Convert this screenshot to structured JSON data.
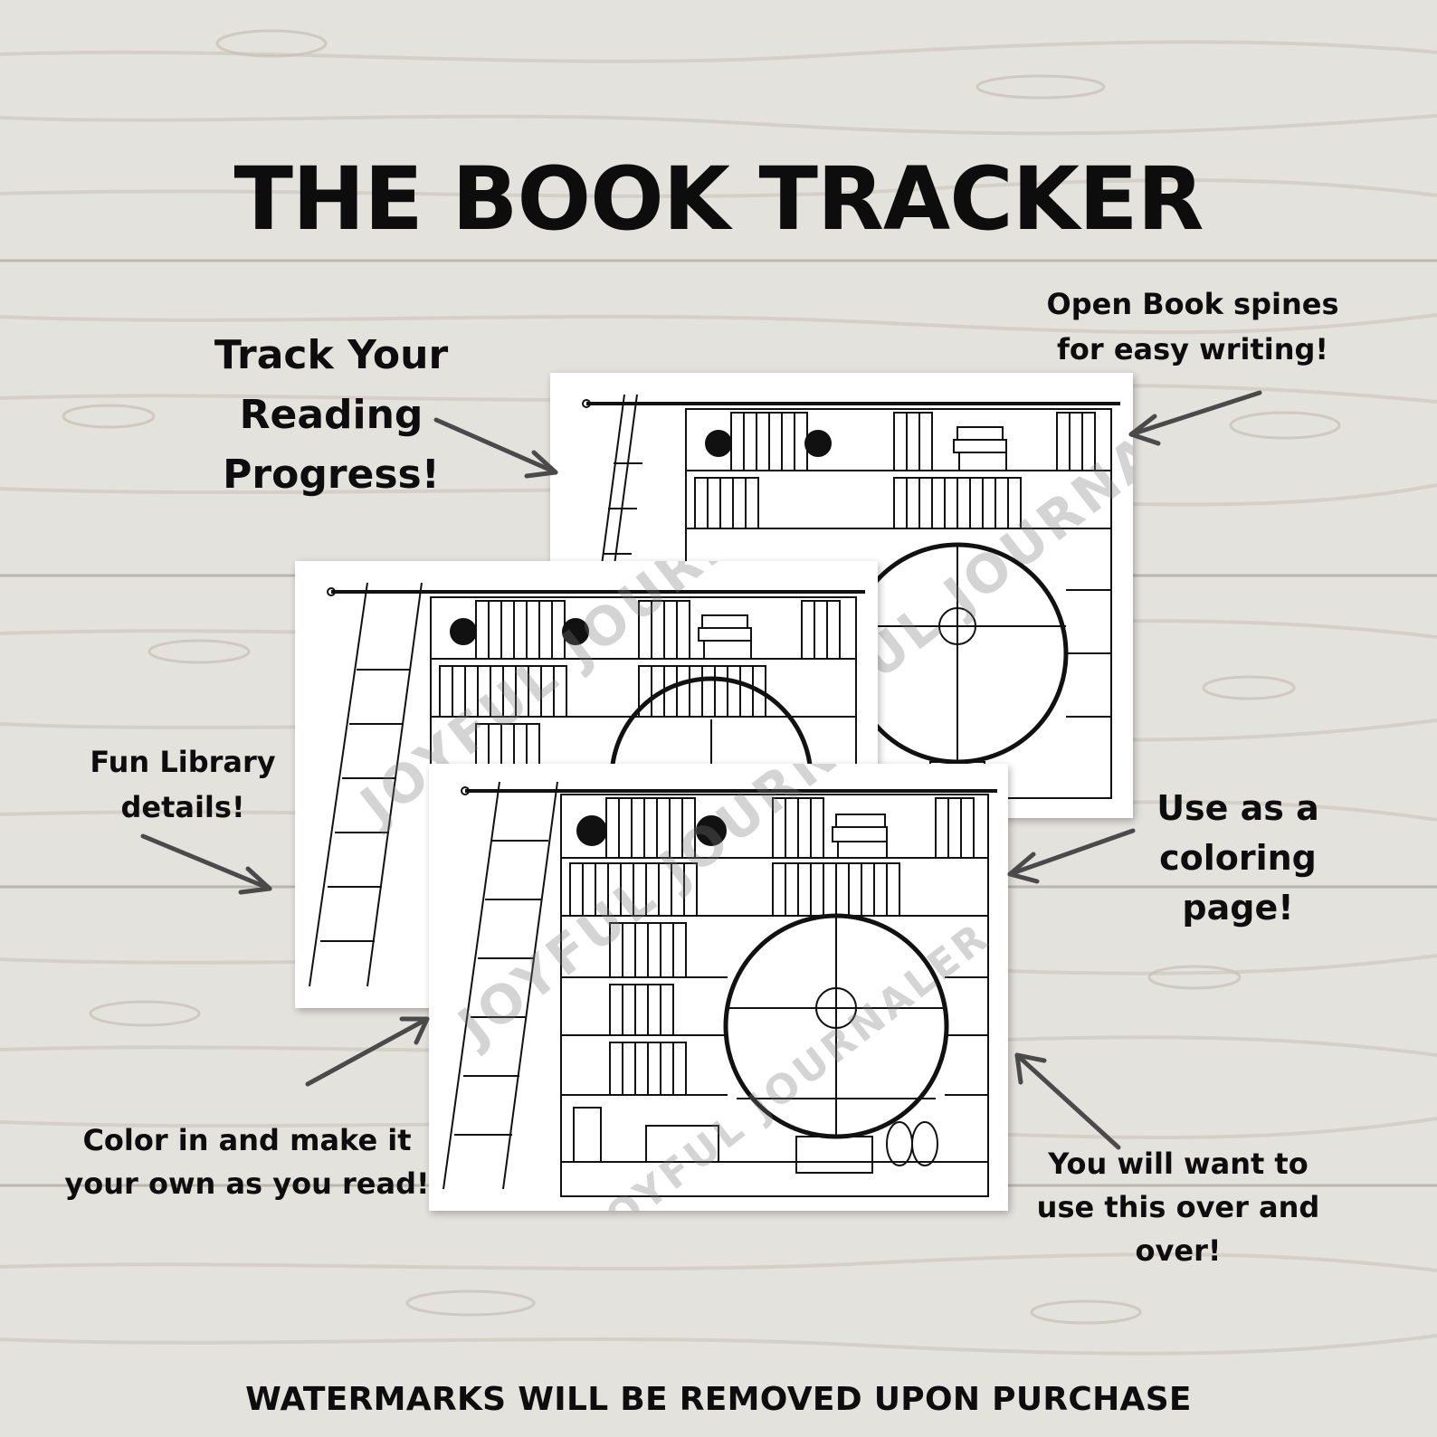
{
  "title": "THE BOOK TRACKER",
  "callouts": {
    "track": "Track Your Reading Progress!",
    "spines": "Open Book spines for easy writing!",
    "library": "Fun Library details!",
    "coloring": "Use as a coloring page!",
    "color_in": "Color in and make it your own as you read!",
    "reuse": "You will want to use this over and over!"
  },
  "watermark": "JOYFUL JOURNALER",
  "footer": "WATERMARKS WILL BE REMOVED UPON PURCHASE",
  "colors": {
    "wood": "#e4e2dc",
    "wood_grain": "#c9c6bd",
    "text": "#0d0d0d",
    "arrow": "#4a4a4a",
    "page": "#ffffff",
    "line_art": "#111111"
  }
}
